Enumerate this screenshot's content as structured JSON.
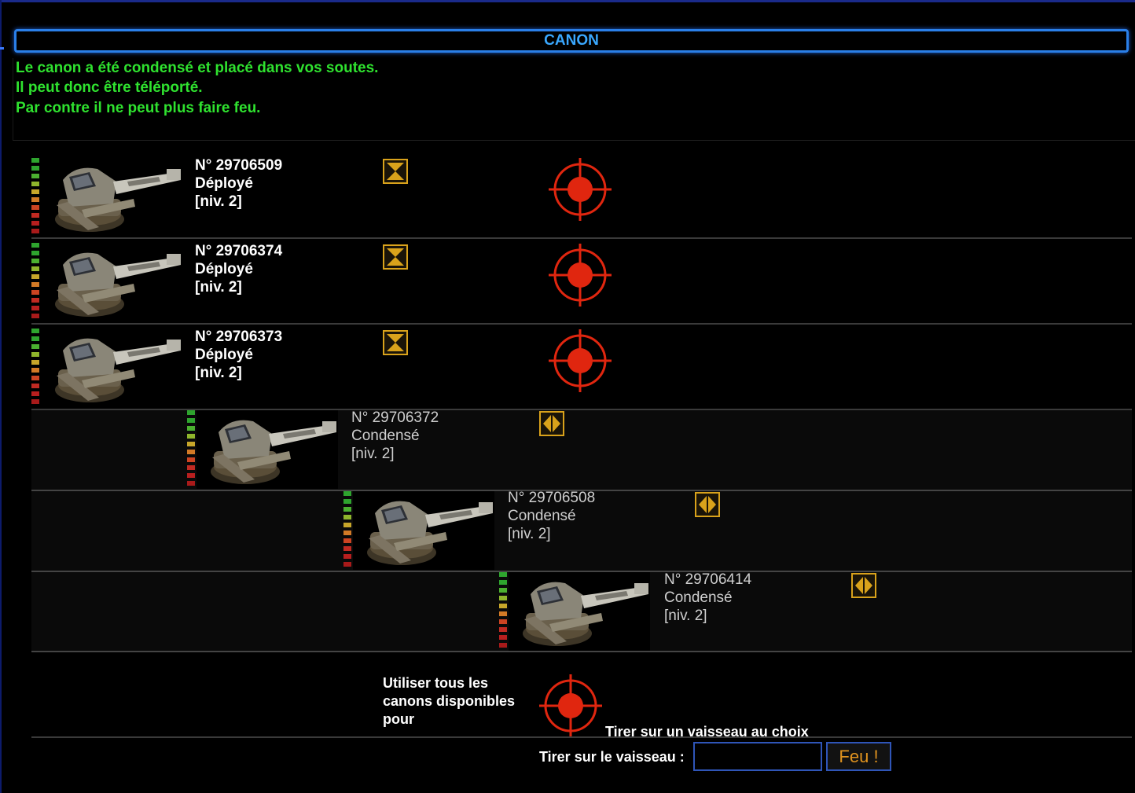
{
  "panel": {
    "title": "CANON"
  },
  "message": {
    "lines": [
      "Le canon a été condensé et placé dans vos soutes.",
      "Il peut donc être téléporté.",
      "Par contre il ne peut plus faire feu."
    ],
    "color": "#2fe22f"
  },
  "cannons": [
    {
      "number": "N° 29706509",
      "status": "Déployé",
      "level": "[niv. 2]"
    },
    {
      "number": "N° 29706374",
      "status": "Déployé",
      "level": "[niv. 2]"
    },
    {
      "number": "N° 29706373",
      "status": "Déployé",
      "level": "[niv. 2]"
    },
    {
      "number": "N° 29706372",
      "status": "Condensé",
      "level": "[niv. 2]"
    },
    {
      "number": "N° 29706508",
      "status": "Condensé",
      "level": "[niv. 2]"
    },
    {
      "number": "N° 29706414",
      "status": "Condensé",
      "level": "[niv. 2]"
    }
  ],
  "icons": {
    "condense": "hourglass-condense-icon",
    "deploy": "expand-arrows-icon",
    "fire": "crosshair-target-icon",
    "cannon": "cannon-turret-icon"
  },
  "fire_all": {
    "label_lines": [
      "Utiliser tous les",
      "canons disponibles",
      "pour"
    ],
    "choose_label": "Tirer sur un vaisseau au choix"
  },
  "fire_form": {
    "label": "Tirer sur le vaisseau :",
    "input_value": "",
    "button": "Feu !"
  },
  "colors": {
    "accent_blue": "#2a7fe8",
    "title_text": "#3aa8ff",
    "gold": "#d9a21b",
    "target_red": "#e0260f",
    "button_text": "#e0931f"
  }
}
